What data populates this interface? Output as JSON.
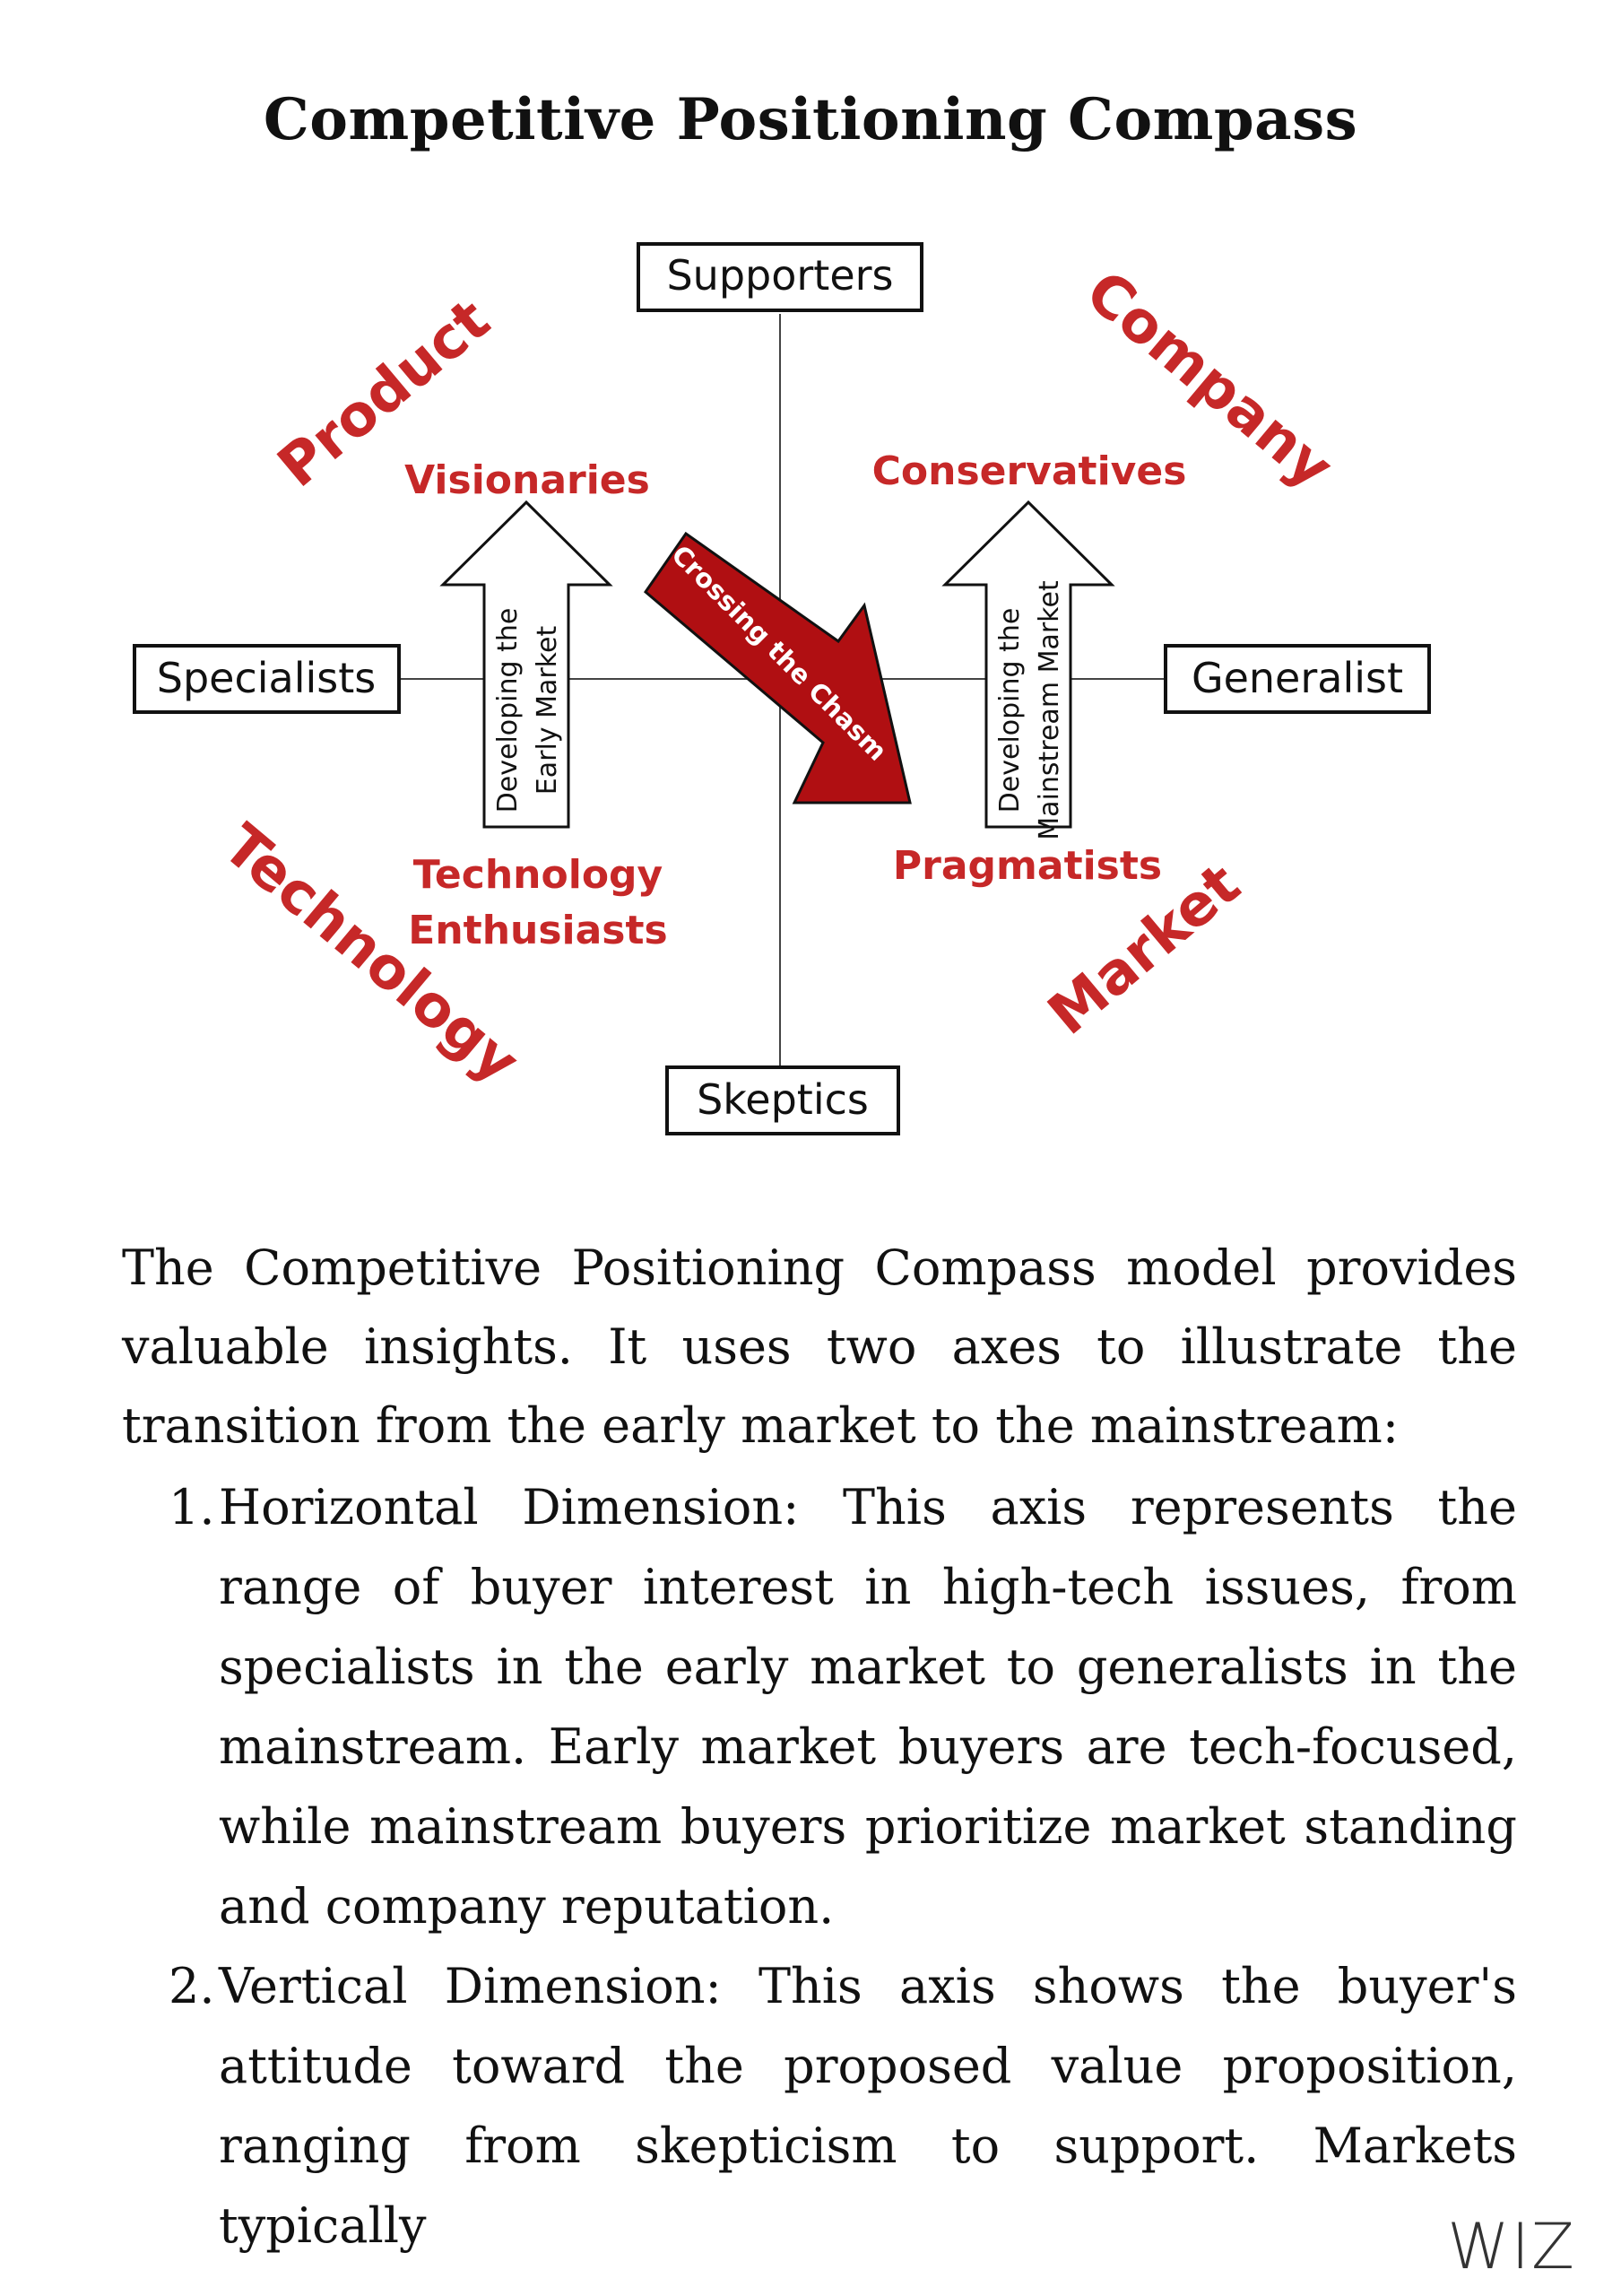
{
  "title": "Competitive Positioning Compass",
  "diagram": {
    "corners": {
      "product": "Product",
      "company": "Company",
      "technology": "Technology",
      "market": "Market"
    },
    "axis_boxes": {
      "top": "Supporters",
      "bottom": "Skeptics",
      "left": "Specialists",
      "right": "Generalist"
    },
    "groups": {
      "visionaries": "Visionaries",
      "conservatives": "Conservatives",
      "tech_enthusiasts_line1": "Technology",
      "tech_enthusiasts_line2": "Enthusiasts",
      "pragmatists": "Pragmatists"
    },
    "arrows": {
      "early_line1": "Developing the",
      "early_line2": "Early Market",
      "mainstream_line1": "Developing the",
      "mainstream_line2": "Mainstream Market",
      "chasm": "Crossing the Chasm"
    },
    "colors": {
      "red_label": "#c62828",
      "chasm_fill": "#b00f12",
      "line": "#444444"
    }
  },
  "intro": "The Competitive Positioning Compass model provides valuable insights. It uses two axes to illustrate the transition from the early market to the mainstream:",
  "list": [
    {
      "num": "1.",
      "text": "Horizontal Dimension: This axis represents the range of buyer interest in high-tech issues, from specialists in the early market to generalists in the mainstream. Early market buyers are tech-focused, while mainstream buyers prioritize market standing and company reputation."
    },
    {
      "num": "2.",
      "text": "Vertical Dimension: This axis shows the buyer's attitude toward the proposed value proposition, ranging from skepticism to support. Markets typically"
    }
  ],
  "logo": "WIZ"
}
